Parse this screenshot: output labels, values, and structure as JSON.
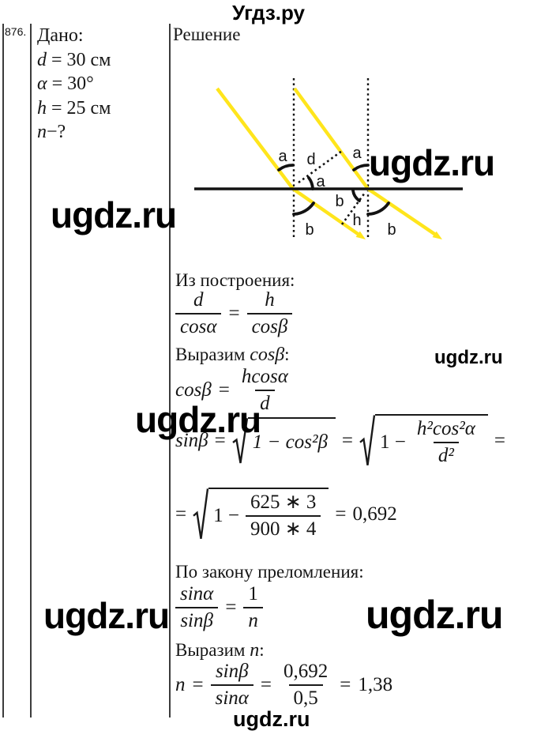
{
  "site": {
    "title": "Угдз.ру",
    "watermark": "ugdz.ru"
  },
  "problem": {
    "number": "876."
  },
  "given": {
    "title": "Дано:",
    "items": [
      {
        "var": "d",
        "rest": " = 30 см"
      },
      {
        "var": "α",
        "rest": " = 30°"
      },
      {
        "var": "h",
        "rest": " = 25 см"
      },
      {
        "var": "n",
        "rest": "−?"
      }
    ]
  },
  "solution": {
    "title": "Решение",
    "from_construction": "Из построения:",
    "f1": {
      "num1": "d",
      "den1": "cosα",
      "eq": "=",
      "num2": "h",
      "den2": "cosβ"
    },
    "express_cos_prefix": "Выразим ",
    "express_cos_var": "cosβ",
    "express_cos_suffix": ":",
    "f2": {
      "lhs": "cosβ",
      "eq": "=",
      "num": "hcosα",
      "den": "d"
    },
    "f3": {
      "lhs": "sinβ",
      "eq1": "=",
      "sqrt1": "1 − cos²β",
      "eq2": "=",
      "one_minus": "1 −",
      "num": "h²cos²α",
      "den": "d²",
      "eq3": "="
    },
    "f4": {
      "eq1": "=",
      "one_minus": "1 −",
      "num": "625 ∗ 3",
      "den": "900 ∗ 4",
      "eq2": "=",
      "result": "0,692"
    },
    "law_text": "По закону преломления:",
    "f5": {
      "num1": "sinα",
      "den1": "sinβ",
      "eq": "=",
      "num2": "1",
      "den2": "n"
    },
    "express_n_prefix": "Выразим ",
    "express_n_var": "n",
    "express_n_suffix": ":",
    "f6": {
      "lhs": "n",
      "eq1": "=",
      "num1": "sinβ",
      "den1": "sinα",
      "eq2": "=",
      "num2": "0,692",
      "den2": "0,5",
      "eq3": "=",
      "result": "1,38"
    }
  },
  "diagram": {
    "labels": {
      "a1": "a",
      "d": "d",
      "a2": "a",
      "a3": "a",
      "b1": "b",
      "b2": "b",
      "h": "h",
      "b3": "b"
    },
    "ray_color": "#ffe51c",
    "line_color": "#121212"
  }
}
